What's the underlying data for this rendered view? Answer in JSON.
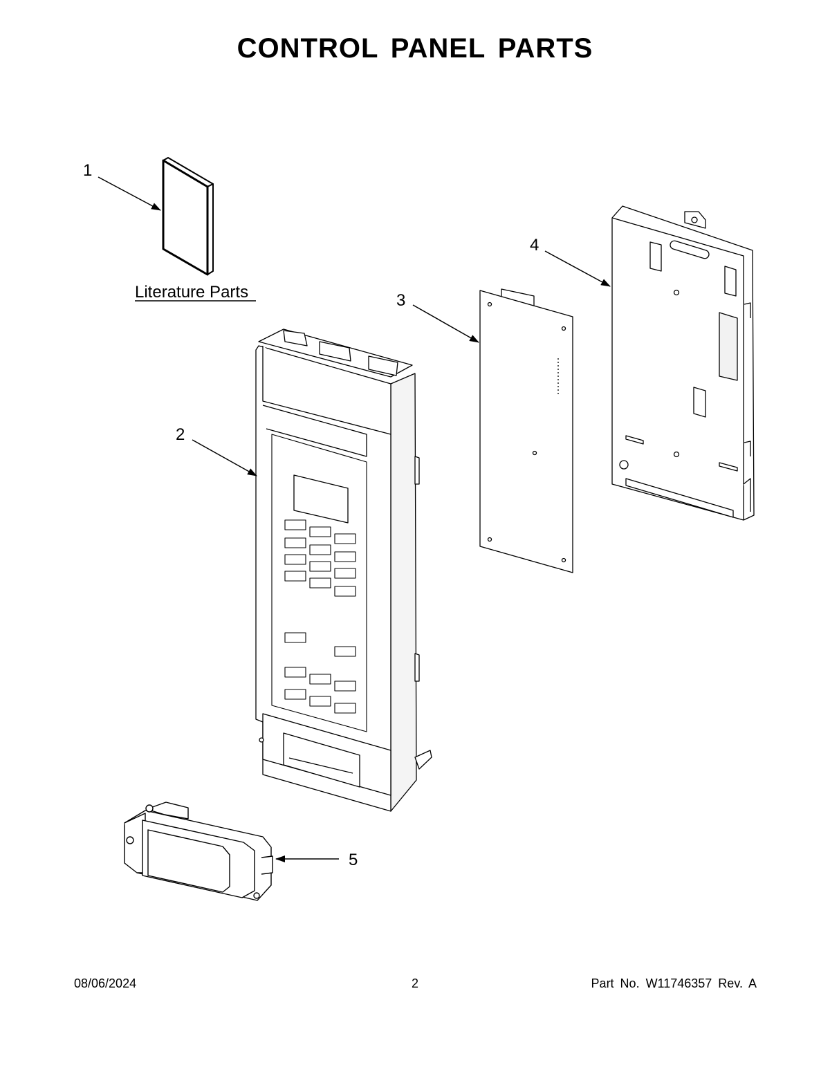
{
  "header": {
    "title": "CONTROL PANEL PARTS"
  },
  "callouts": [
    "1",
    "2",
    "3",
    "4",
    "5"
  ],
  "labels": {
    "literature": "Literature Parts"
  },
  "footer": {
    "date": "08/06/2024",
    "page": "2",
    "part_number": "Part No.  W11746357  Rev.  A"
  }
}
